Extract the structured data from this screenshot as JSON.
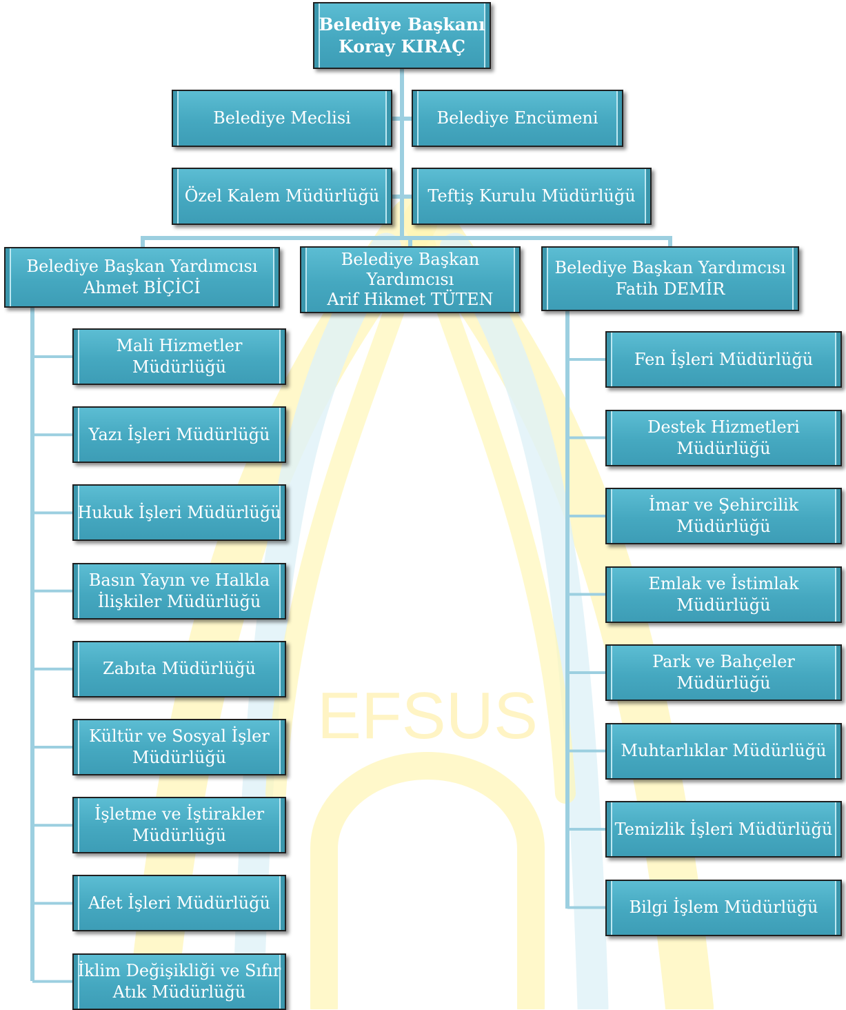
{
  "mayor": {
    "title": "Belediye Başkanı",
    "name": "Koray KIRAÇ"
  },
  "council": {
    "meclis": "Belediye Meclisi",
    "encumen": "Belediye Encümeni"
  },
  "direct_units": {
    "ozel_kalem": "Özel Kalem Müdürlüğü",
    "teftis": "Teftiş Kurulu Müdürlüğü"
  },
  "deputies": [
    {
      "title": "Belediye Başkan Yardımcısı",
      "name": "Ahmet BİÇİCİ"
    },
    {
      "title": "Belediye Başkan\nYardımcısı",
      "name": "Arif Hikmet TÜTEN"
    },
    {
      "title": "Belediye Başkan Yardımcısı",
      "name": "Fatih DEMİR"
    }
  ],
  "left_units": [
    "Mali Hizmetler\nMüdürlüğü",
    "Yazı İşleri Müdürlüğü",
    "Hukuk İşleri Müdürlüğü",
    "Basın Yayın ve Halkla\nİlişkiler Müdürlüğü",
    "Zabıta Müdürlüğü",
    "Kültür ve Sosyal İşler\nMüdürlüğü",
    "İşletme ve İştirakler\nMüdürlüğü",
    "Afet İşleri Müdürlüğü",
    "İklim Değişikliği ve Sıfır\nAtık Müdürlüğü"
  ],
  "right_units": [
    "Fen İşleri Müdürlüğü",
    "Destek Hizmetleri\nMüdürlüğü",
    "İmar ve Şehircilik\nMüdürlüğü",
    "Emlak ve İstimlak\nMüdürlüğü",
    "Park ve Bahçeler\nMüdürlüğü",
    "Muhtarlıklar Müdürlüğü",
    "Temizlik İşleri Müdürlüğü",
    "Bilgi İşlem Müdürlüğü"
  ],
  "watermark": {
    "text": "EFSUS"
  },
  "colors": {
    "box": "#4aabc3",
    "connector": "#9ccfe0",
    "watermark_yellow": "#fff3a0",
    "watermark_blue": "#d6eef6"
  }
}
